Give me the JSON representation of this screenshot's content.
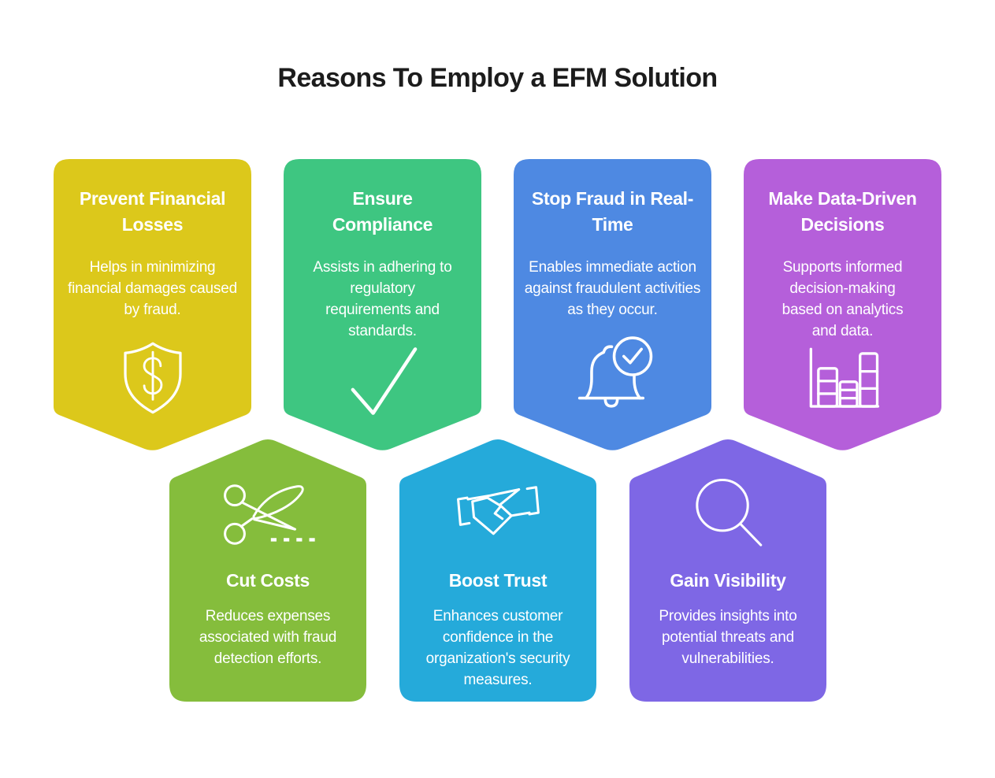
{
  "title": "Reasons To Employ a EFM Solution",
  "cards_top": [
    {
      "heading": "Prevent Financial Losses",
      "body": "Helps in minimizing financial damages caused by fraud.",
      "icon": "shield-dollar-icon",
      "color": "#dcc81b"
    },
    {
      "heading": "Ensure Compliance",
      "body": "Assists in adhering to regulatory requirements and standards.",
      "icon": "checkmark-icon",
      "color": "#3ec681"
    },
    {
      "heading": "Stop Fraud in Real-Time",
      "body": "Enables immediate action against fraudulent activities as they occur.",
      "icon": "bell-check-icon",
      "color": "#4e89e2"
    },
    {
      "heading": "Make Data-Driven Decisions",
      "body": "Supports informed decision-making based on analytics and data.",
      "icon": "bar-chart-icon",
      "color": "#b55fda"
    }
  ],
  "cards_bottom": [
    {
      "heading": "Cut Costs",
      "body": "Reduces expenses associated with fraud detection efforts.",
      "icon": "scissors-icon",
      "color": "#85bd3c"
    },
    {
      "heading": "Boost Trust",
      "body": "Enhances customer confidence in the organization's security measures.",
      "icon": "handshake-icon",
      "color": "#25aada"
    },
    {
      "heading": "Gain Visibility",
      "body": "Provides insights into potential threats and vulnerabilities.",
      "icon": "magnifier-icon",
      "color": "#7e67e5"
    }
  ]
}
